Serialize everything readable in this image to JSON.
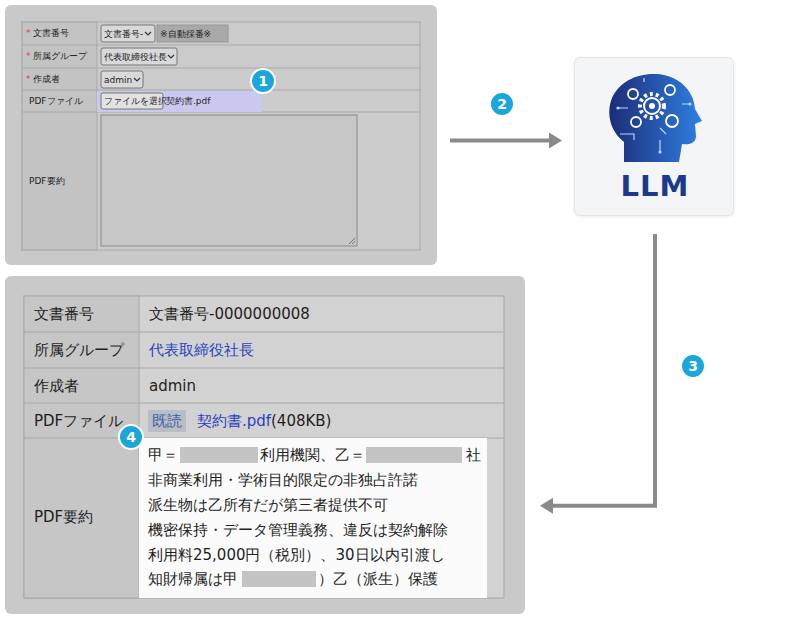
{
  "diagram": {
    "nodes": [
      {
        "text": [
          "*",
          "文書番号",
          "文書番号-",
          "※自動採番※",
          "*",
          "所属グループ",
          "代表取締役社長",
          "*",
          "作成者",
          "admin",
          "PDFファイル",
          "ファイルを選択",
          "契約書.pdf",
          "PDF要約"
        ]
      },
      {
        "text": [
          "LLM"
        ]
      },
      {
        "text": [
          "文書番号",
          "文書番号-0000000008",
          "所属グループ",
          "代表取締役社長",
          "作成者",
          "admin",
          "PDFファイル",
          "既読",
          "契約書.pdf",
          "(408KB)",
          "PDF要約",
          "甲＝",
          "利用機関、乙＝",
          "社",
          "非商業利用・学術目的限定の非独占許諾",
          "派生物は乙所有だが第三者提供不可",
          "機密保持・データ管理義務、違反は契約解除",
          "利用料25,000円（税別）、30日以内引渡し",
          "知財帰属は甲",
          "）乙（派生）保護"
        ]
      }
    ],
    "edges": [
      {
        "from": 0,
        "to": 1,
        "arrow": "to",
        "label": "2"
      },
      {
        "from": 1,
        "to": 2,
        "arrow": "to",
        "label": "3"
      }
    ],
    "labels": [
      "1",
      "4"
    ]
  }
}
